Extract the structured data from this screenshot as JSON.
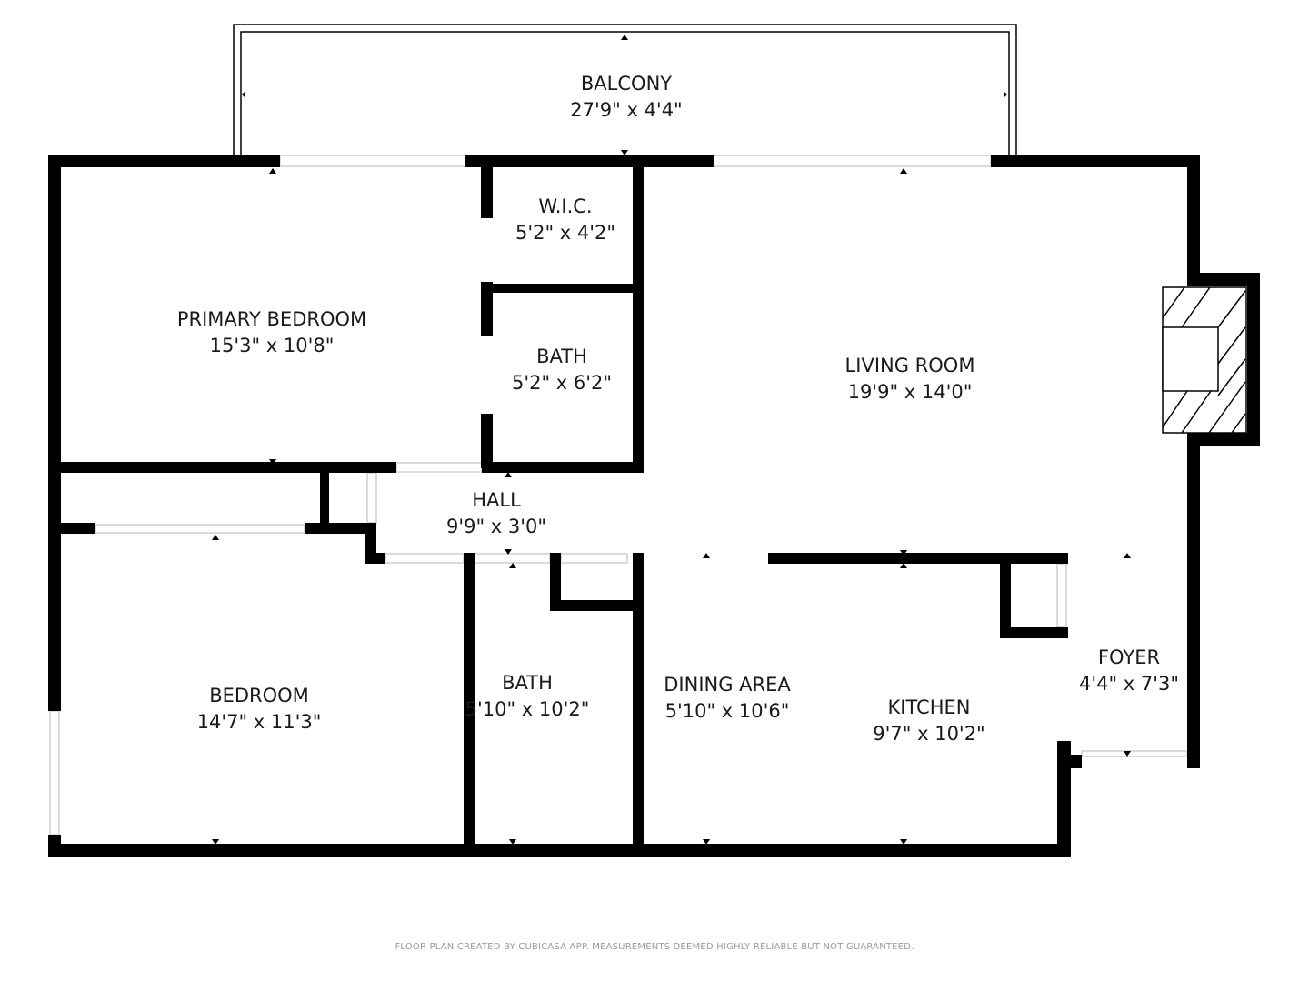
{
  "rooms": [
    {
      "name": "BALCONY",
      "size": "27'9\" x 4'4\""
    },
    {
      "name": "PRIMARY BEDROOM",
      "size": "15'3\" x 10'8\""
    },
    {
      "name": "W.I.C.",
      "size": "5'2\" x 4'2\""
    },
    {
      "name": "BATH",
      "size": "5'2\" x 6'2\""
    },
    {
      "name": "LIVING ROOM",
      "size": "19'9\" x 14'0\""
    },
    {
      "name": "HALL",
      "size": "9'9\" x 3'0\""
    },
    {
      "name": "BEDROOM",
      "size": "14'7\" x 11'3\""
    },
    {
      "name": "BATH",
      "size": "5'10\" x 10'2\""
    },
    {
      "name": "DINING AREA",
      "size": "5'10\" x 10'6\""
    },
    {
      "name": "KITCHEN",
      "size": "9'7\" x 10'2\""
    },
    {
      "name": "FOYER",
      "size": "4'4\" x 7'3\""
    }
  ],
  "footer": "FLOOR PLAN CREATED BY CUBICASA APP. MEASUREMENTS DEEMED HIGHLY RELIABLE BUT NOT GUARANTEED.",
  "colors": {
    "wall": "#000000",
    "window": "#d8d8d8"
  }
}
